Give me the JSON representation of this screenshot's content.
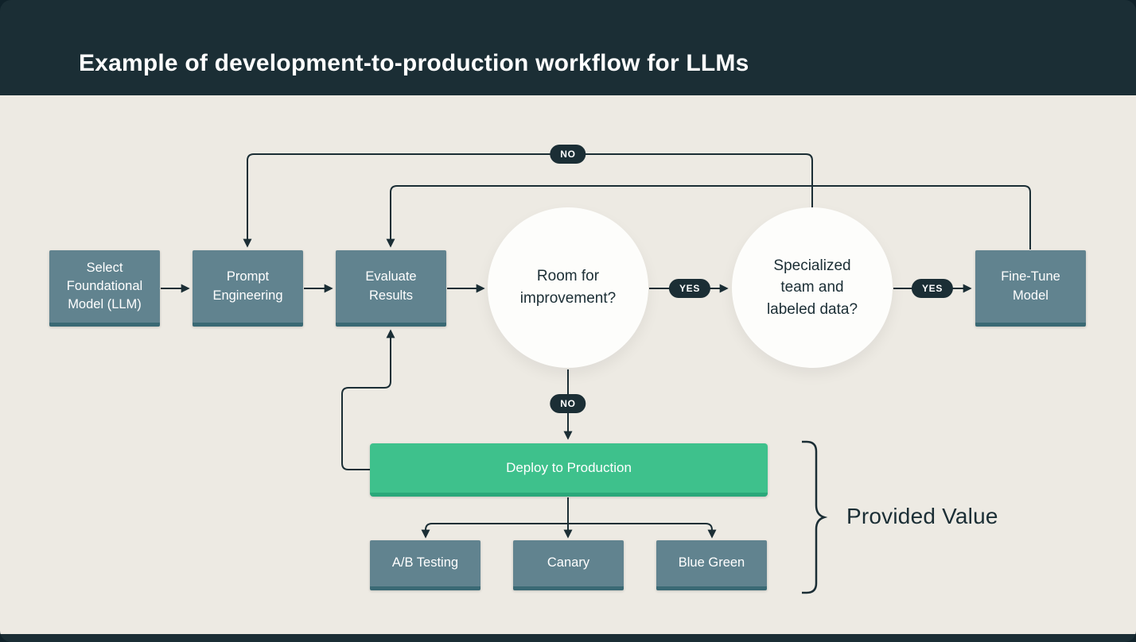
{
  "header": {
    "title": "Example of development-to-production workflow for LLMs"
  },
  "nodes": {
    "select_model": "Select Foundational Model (LLM)",
    "prompt_engineering": "Prompt Engineering",
    "evaluate_results": "Evaluate Results",
    "room_for_improvement": "Room for improvement?",
    "specialized_team": "Specialized team and labeled data?",
    "fine_tune": "Fine-Tune Model",
    "deploy": "Deploy to Production",
    "ab_testing": "A/B Testing",
    "canary": "Canary",
    "blue_green": "Blue Green"
  },
  "labels": {
    "no_top": "NO",
    "no_deploy": "NO",
    "yes_team": "YES",
    "yes_finetune": "YES",
    "provided_value": "Provided Value"
  },
  "colors": {
    "header_bg": "#1b2e35",
    "canvas_bg": "#edeae3",
    "node_fill": "#61838f",
    "node_edge": "#3a6974",
    "deploy_fill": "#3ec18c",
    "deploy_edge": "#2aa87a",
    "circle_fill": "#fdfdfb",
    "connector": "#1b2e35",
    "pill_bg": "#1b2e35",
    "text_light": "#ffffff",
    "text_dark": "#1b2e35"
  }
}
